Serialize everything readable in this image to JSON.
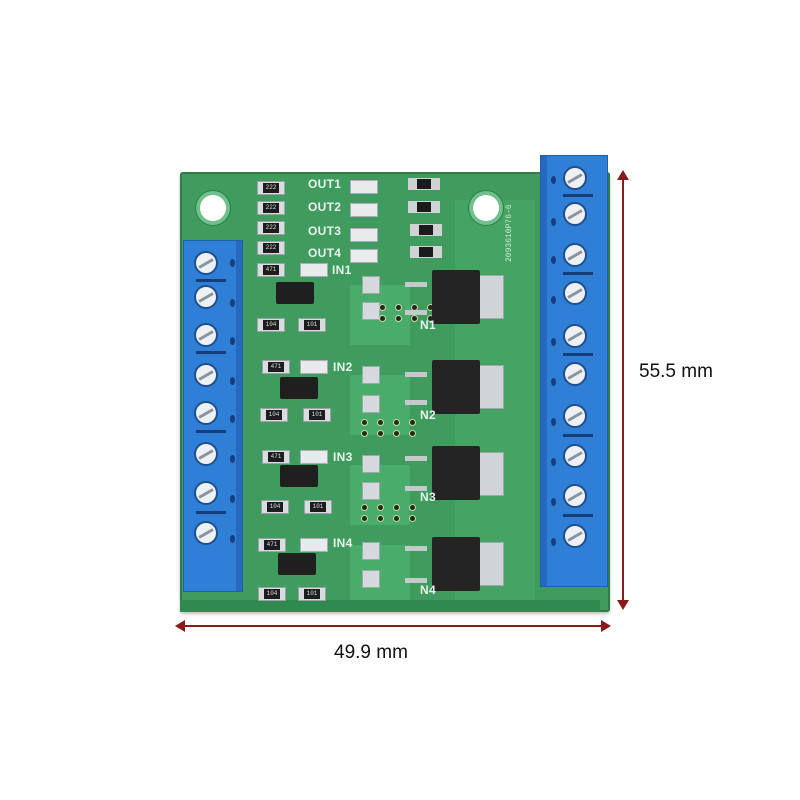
{
  "product": {
    "type": "4-channel MOSFET driver module PCB",
    "board_color": "#3f9c5e",
    "terminal_color": "#2f7fd6"
  },
  "silkscreen": {
    "outputs": [
      "OUT1",
      "OUT2",
      "OUT3",
      "OUT4"
    ],
    "inputs": [
      "IN1",
      "IN2",
      "IN3",
      "IN4"
    ],
    "mosfet_labels": [
      "N1",
      "N2",
      "N3",
      "N4"
    ],
    "board_code": "2093610P76-6"
  },
  "resistor_codes": {
    "led_resistors": [
      "222",
      "222",
      "222",
      "222"
    ],
    "input_resistors": [
      "471",
      "471",
      "471",
      "471"
    ],
    "pulldown_pairs": [
      [
        "104",
        "101"
      ],
      [
        "104",
        "101"
      ],
      [
        "104",
        "101"
      ],
      [
        "104",
        "101"
      ]
    ]
  },
  "terminals": {
    "left_count": 8,
    "right_count": 10
  },
  "dimensions": {
    "height_label": "55.5 mm",
    "width_label": "49.9 mm",
    "arrow_color": "#8b1a1a"
  }
}
